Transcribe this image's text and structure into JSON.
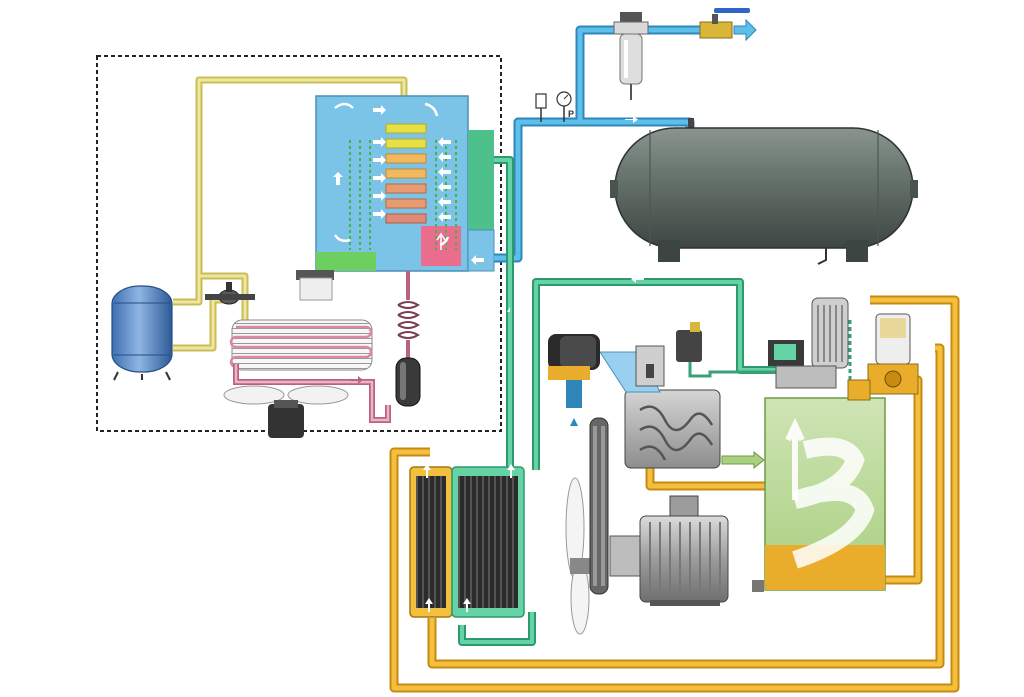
{
  "diagram": {
    "type": "compressed-air-system",
    "labels": {
      "pressure_gauge_letter": "P"
    },
    "colors": {
      "ambient_air_blue": "#4fb3e0",
      "compressed_air_blue": "#38a8dc",
      "cooling_air_green": "#55c49a",
      "oil_orange": "#e9ac2b",
      "refrigerant_yellow": "#e9de86",
      "refrigerant_pink": "#d98aa0",
      "tank_gray": "#5f6c66",
      "separator_green": "#b9d98f",
      "exchanger_blue": "#7cc3e8",
      "panel_border": "#222222"
    },
    "components": [
      "refrigerated-dryer-panel",
      "heat-exchanger",
      "refrigerant-receiver",
      "expansion-valve",
      "condenser",
      "condenser-fan",
      "refrigerant-compressor",
      "pressure-switch",
      "pressure-gauge",
      "line-filter",
      "ball-valve",
      "air-receiver-tank",
      "air-inlet-filter",
      "inlet-valve",
      "screw-airend",
      "electric-motor",
      "belt-drive",
      "cooling-fan",
      "oil-separator-tank",
      "separator-element",
      "minimum-pressure-valve",
      "thermostatic-valve",
      "oil-cooler",
      "aftercooler"
    ]
  }
}
